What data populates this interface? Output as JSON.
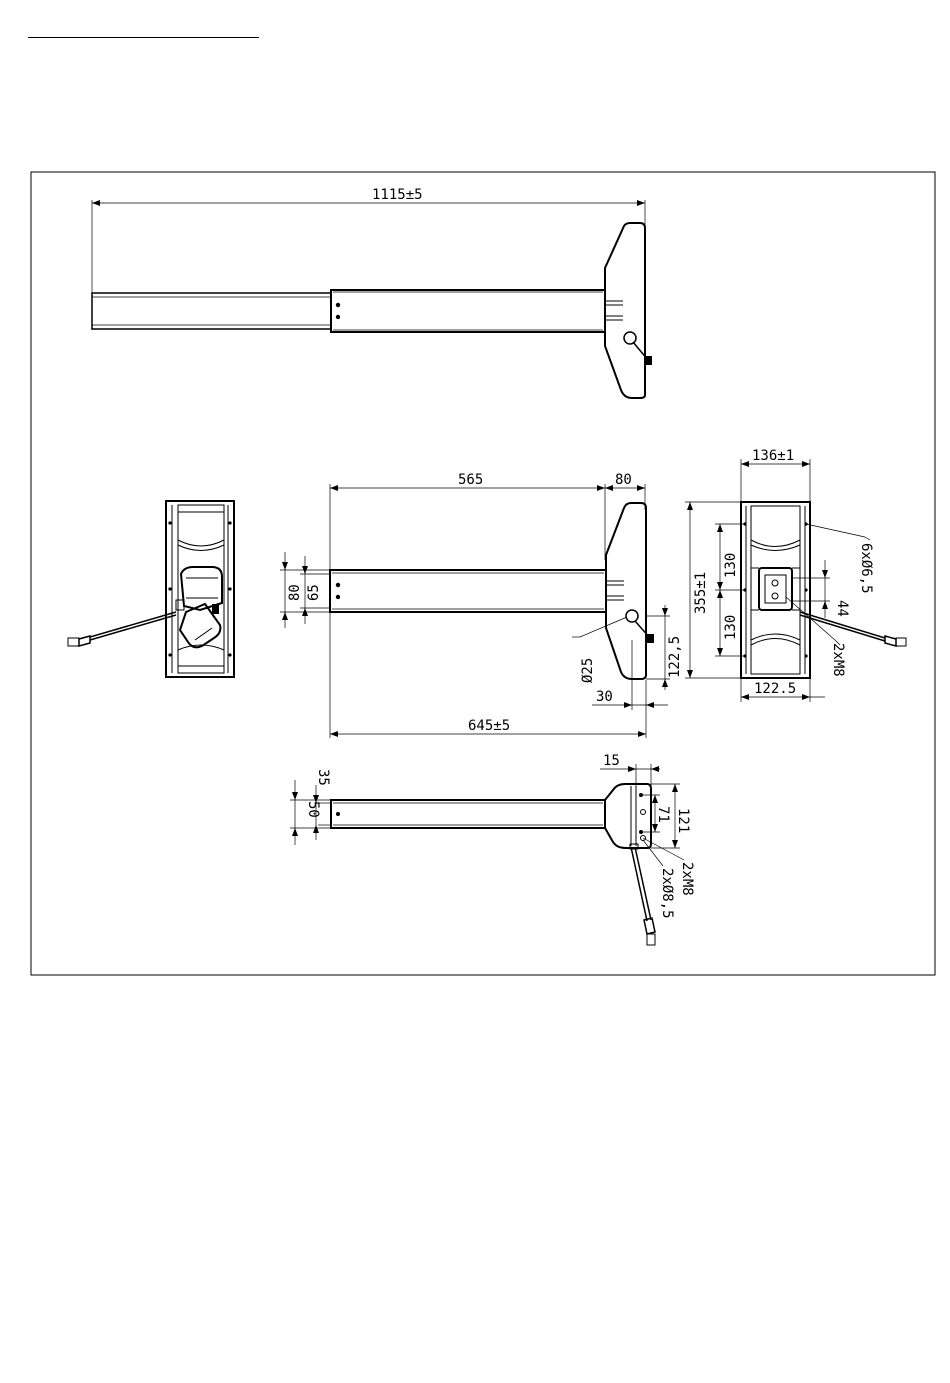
{
  "dimensions": {
    "top_view": {
      "overall_length": "1115±5"
    },
    "side_view": {
      "tube_length": "565",
      "head_depth": "80",
      "tube_height_outer": "80",
      "tube_height_inner": "65",
      "cable_hole": "Ø25",
      "head_offset_small": "30",
      "head_height": "122,5",
      "overall_length": "645±5"
    },
    "end_view": {
      "width": "136±1",
      "height": "355±1",
      "hole_spacing_upper": "130",
      "hole_spacing_lower": "130",
      "pad_size": "44",
      "pad_offset": "122.5",
      "holes_callout": "6xØ6,5",
      "thread_callout": "2xM8"
    },
    "bottom_view": {
      "tube_width_outer": "50",
      "tube_width_inner": "35",
      "flange_offset": "15",
      "flange_width": "121",
      "hole_spacing": "71",
      "thread_callout": "2xM8",
      "holes_callout": "2xØ8,5"
    }
  },
  "colors": {
    "line": "#000000",
    "background": "#ffffff"
  }
}
